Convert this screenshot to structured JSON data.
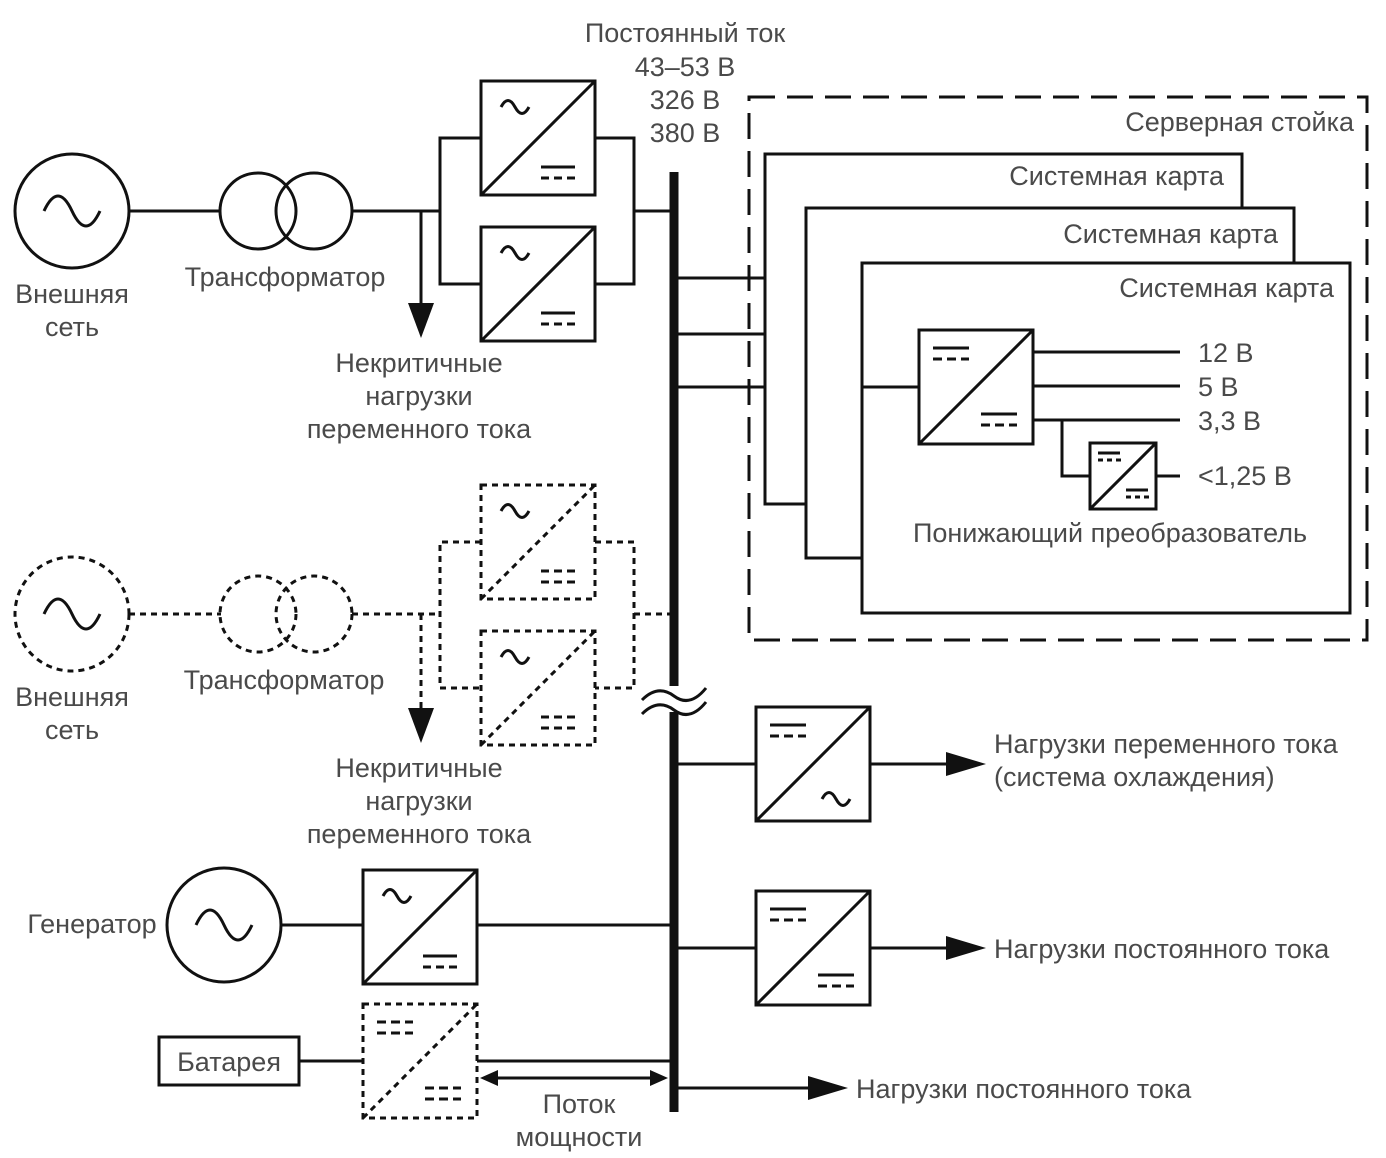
{
  "labels": {
    "dc_bus_title": "Постоянный ток",
    "dc_bus_v1": "43–53 В",
    "dc_bus_v2": "326 В",
    "dc_bus_v3": "380 В",
    "server_rack": "Серверная стойка",
    "system_card_1": "Системная карта",
    "system_card_2": "Системная карта",
    "system_card_3": "Системная карта",
    "out_12v": "12 В",
    "out_5v": "5 В",
    "out_3_3v": "3,3 В",
    "out_1_25v": "<1,25 В",
    "buck_converter": "Понижающий преобразователь",
    "grid_1_line1": "Внешняя",
    "grid_1_line2": "сеть",
    "transformer_1": "Трансформатор",
    "noncritical_1_line1": "Некритичные",
    "noncritical_1_line2": "нагрузки",
    "noncritical_1_line3": "переменного тока",
    "grid_2_line1": "Внешняя",
    "grid_2_line2": "сеть",
    "transformer_2": "Трансформатор",
    "noncritical_2_line1": "Некритичные",
    "noncritical_2_line2": "нагрузки",
    "noncritical_2_line3": "переменного тока",
    "ac_loads_line1": "Нагрузки переменного тока",
    "ac_loads_line2": "(система охлаждения)",
    "dc_loads_1": "Нагрузки постоянного тока",
    "dc_loads_2": "Нагрузки постоянного тока",
    "generator": "Генератор",
    "battery": "Батарея",
    "power_flow_line1": "Поток",
    "power_flow_line2": "мощности"
  },
  "icons": {
    "ac_source": "sine-wave-icon",
    "transformer": "transformer-icon",
    "converter": "converter-icon"
  },
  "colors": {
    "line": "#111111",
    "text": "#4a4a4a",
    "background": "#ffffff"
  }
}
